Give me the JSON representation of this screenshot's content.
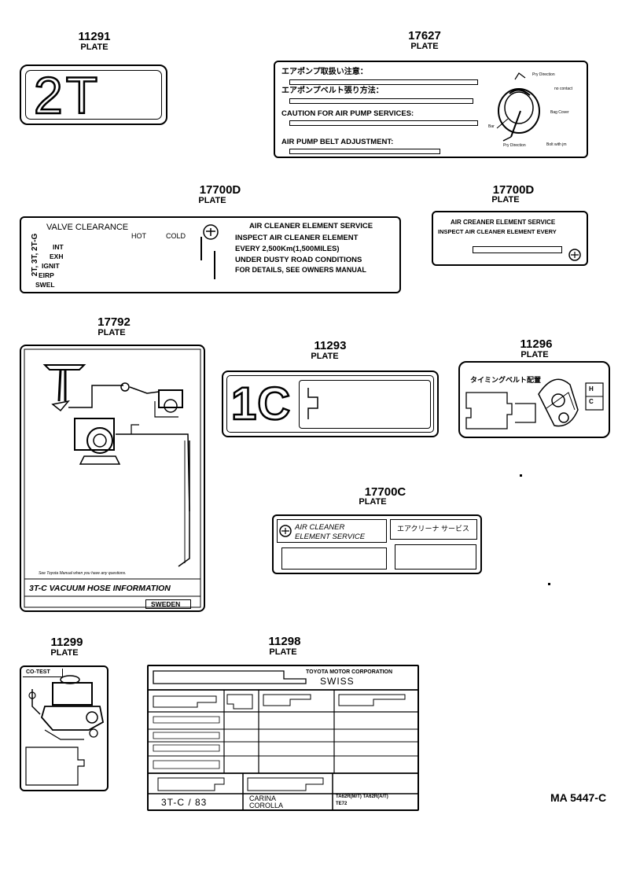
{
  "parts": [
    {
      "id": "11291",
      "label": "PLATE"
    },
    {
      "id": "17627",
      "label": "PLATE"
    },
    {
      "id": "17700D",
      "label": "PLATE"
    },
    {
      "id": "17700D",
      "label": "PLATE"
    },
    {
      "id": "17792",
      "label": "PLATE"
    },
    {
      "id": "11293",
      "label": "PLATE"
    },
    {
      "id": "11296",
      "label": "PLATE"
    },
    {
      "id": "17700C",
      "label": "PLATE"
    },
    {
      "id": "11299",
      "label": "PLATE"
    },
    {
      "id": "11298",
      "label": "PLATE"
    }
  ],
  "plate_11291": {
    "text": "2T"
  },
  "plate_17627": {
    "line1": "エアポンプ取扱い注意：",
    "line2": "エアポンプベルト張り方法：",
    "line3": "CAUTION FOR AIR PUMP SERVICES:",
    "line4": "AIR PUMP BELT ADJUSTMENT:",
    "ann1": "Pry Direction",
    "ann2": "no contact",
    "ann3": "Bag Cover",
    "ann4": "Bar",
    "ann5": "Pry Direction",
    "ann6": "Bolt with jm"
  },
  "plate_17700D_a": {
    "side": "2T, 3T, 2T-G",
    "title": "VALVE  CLEARANCE",
    "hot": "HOT",
    "cold": "COLD",
    "r1": "INT",
    "r2": "EXH",
    "r3": "IGNIT",
    "r4": "EIRP",
    "r5": "SWEL",
    "svc_title": "AIR  CLEANER ELEMENT SERVICE",
    "svc1": "INSPECT AIR  CLEANER ELEMENT",
    "svc2": "EVERY  2,500Km(1,500MILES)",
    "svc3": "UNDER  DUSTY ROAD CONDITIONS",
    "svc4": "FOR DETAILS, SEE OWNERS MANUAL"
  },
  "plate_17700D_b": {
    "title": "AIR CREANER ELEMENT SERVICE",
    "line1": "INSPECT AIR CLEANER ELEMENT  EVERY"
  },
  "plate_17792": {
    "note": "See Toyota Manual when you have any questions.",
    "title": "3T-C VACUUM HOSE INFORMATION",
    "badge": "SWEDEN"
  },
  "plate_11293": {
    "text": "1C"
  },
  "plate_11296": {
    "title": "タイミングベルト配置",
    "h": "H",
    "c": "C"
  },
  "plate_17700C": {
    "line1": "AIR CLEANER",
    "line2": "ELEMENT SERVICE",
    "jp": "エアクリーナ サービス"
  },
  "plate_11299": {
    "tag": "CO-TEST"
  },
  "plate_11298": {
    "corp": "TOYOTA MOTOR CORPORATION",
    "country": "SWISS",
    "model": "3T-C / 83",
    "car1": "CARINA",
    "car2": "COROLLA",
    "code1": "TA62R(M/T) TA62R(A/T)",
    "code2": "TE72"
  },
  "ref": "MA  5447-C"
}
